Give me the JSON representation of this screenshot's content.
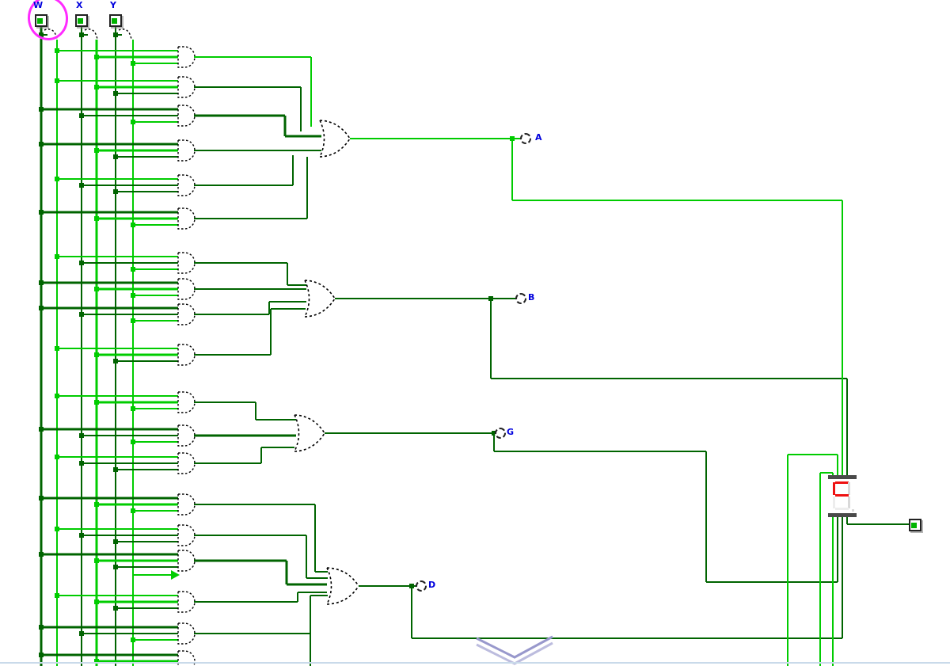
{
  "inputs": [
    {
      "label": "W",
      "value": 0,
      "selected": true
    },
    {
      "label": "X",
      "value": 0,
      "selected": false
    },
    {
      "label": "Y",
      "value": 0,
      "selected": false
    }
  ],
  "outputs": [
    {
      "label": "A",
      "value": 1
    },
    {
      "label": "B",
      "value": 0
    },
    {
      "label": "G",
      "value": 0
    },
    {
      "label": "D",
      "value": 0
    }
  ],
  "circuit": {
    "not_gates": 3,
    "or_gates": 4,
    "and_gate_groups": [
      {
        "output": "A",
        "and_gates": 6
      },
      {
        "output": "B",
        "and_gates": 4
      },
      {
        "output": "G",
        "and_gates": 3
      },
      {
        "output": "D",
        "and_gates": 6
      }
    ]
  },
  "display": {
    "type": "seven-segment",
    "segments": {
      "a": "on",
      "b": "off",
      "c": "off",
      "d": "faint",
      "e": "faint",
      "f": "on",
      "g": "on",
      "dp": "off"
    }
  },
  "colors": {
    "wire_on": "#00cc00",
    "wire_off": "#006400",
    "gate_outline": "#000000",
    "label_text": "#0000dd",
    "selection_halo": "#ff2bff",
    "segment_on": "#ee1111",
    "segment_off": "#d9d9d9",
    "segment_faint": "#ededed",
    "pin_fill": "#00b400",
    "chevron": "#9898cc",
    "window_border": "#c9daea"
  }
}
